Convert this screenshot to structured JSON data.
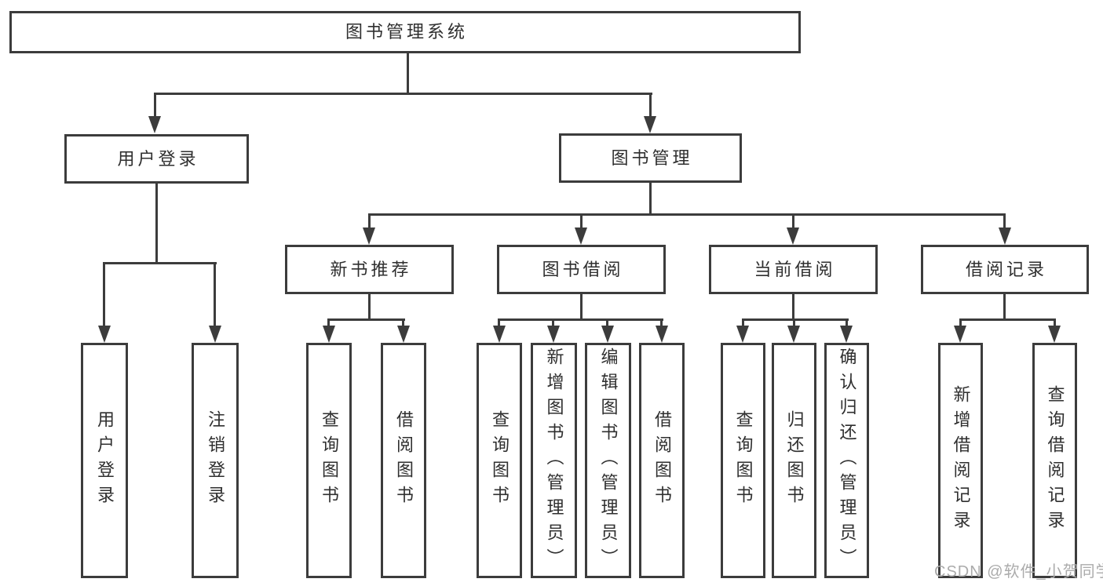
{
  "nodes": {
    "root": "图书管理系统",
    "user_login": "用户登录",
    "book_mgmt": "图书管理",
    "new_books": "新书推荐",
    "book_borrow": "图书借阅",
    "current_borrow": "当前借阅",
    "borrow_records": "借阅记录",
    "leaf_user_login": "用户登录",
    "leaf_logout": "注销登录",
    "leaf_nb_query": "查询图书",
    "leaf_nb_borrow": "借阅图书",
    "leaf_bb_query": "查询图书",
    "leaf_bb_add": "新增图书（管理员）",
    "leaf_bb_edit": "编辑图书（管理员）",
    "leaf_bb_borrow": "借阅图书",
    "leaf_cb_query": "查询图书",
    "leaf_cb_return": "归还图书",
    "leaf_cb_confirm": "确认归还（管理员）",
    "leaf_br_add": "新增借阅记录",
    "leaf_br_query": "查询借阅记录"
  },
  "watermark": {
    "text": "CSDN @软件_小贺同学"
  },
  "colors": {
    "line": "#3c3c3c",
    "text": "#2f2f2f",
    "box_fill": "#ffffff",
    "watermark": "#ababab",
    "background": "#ffffff"
  }
}
